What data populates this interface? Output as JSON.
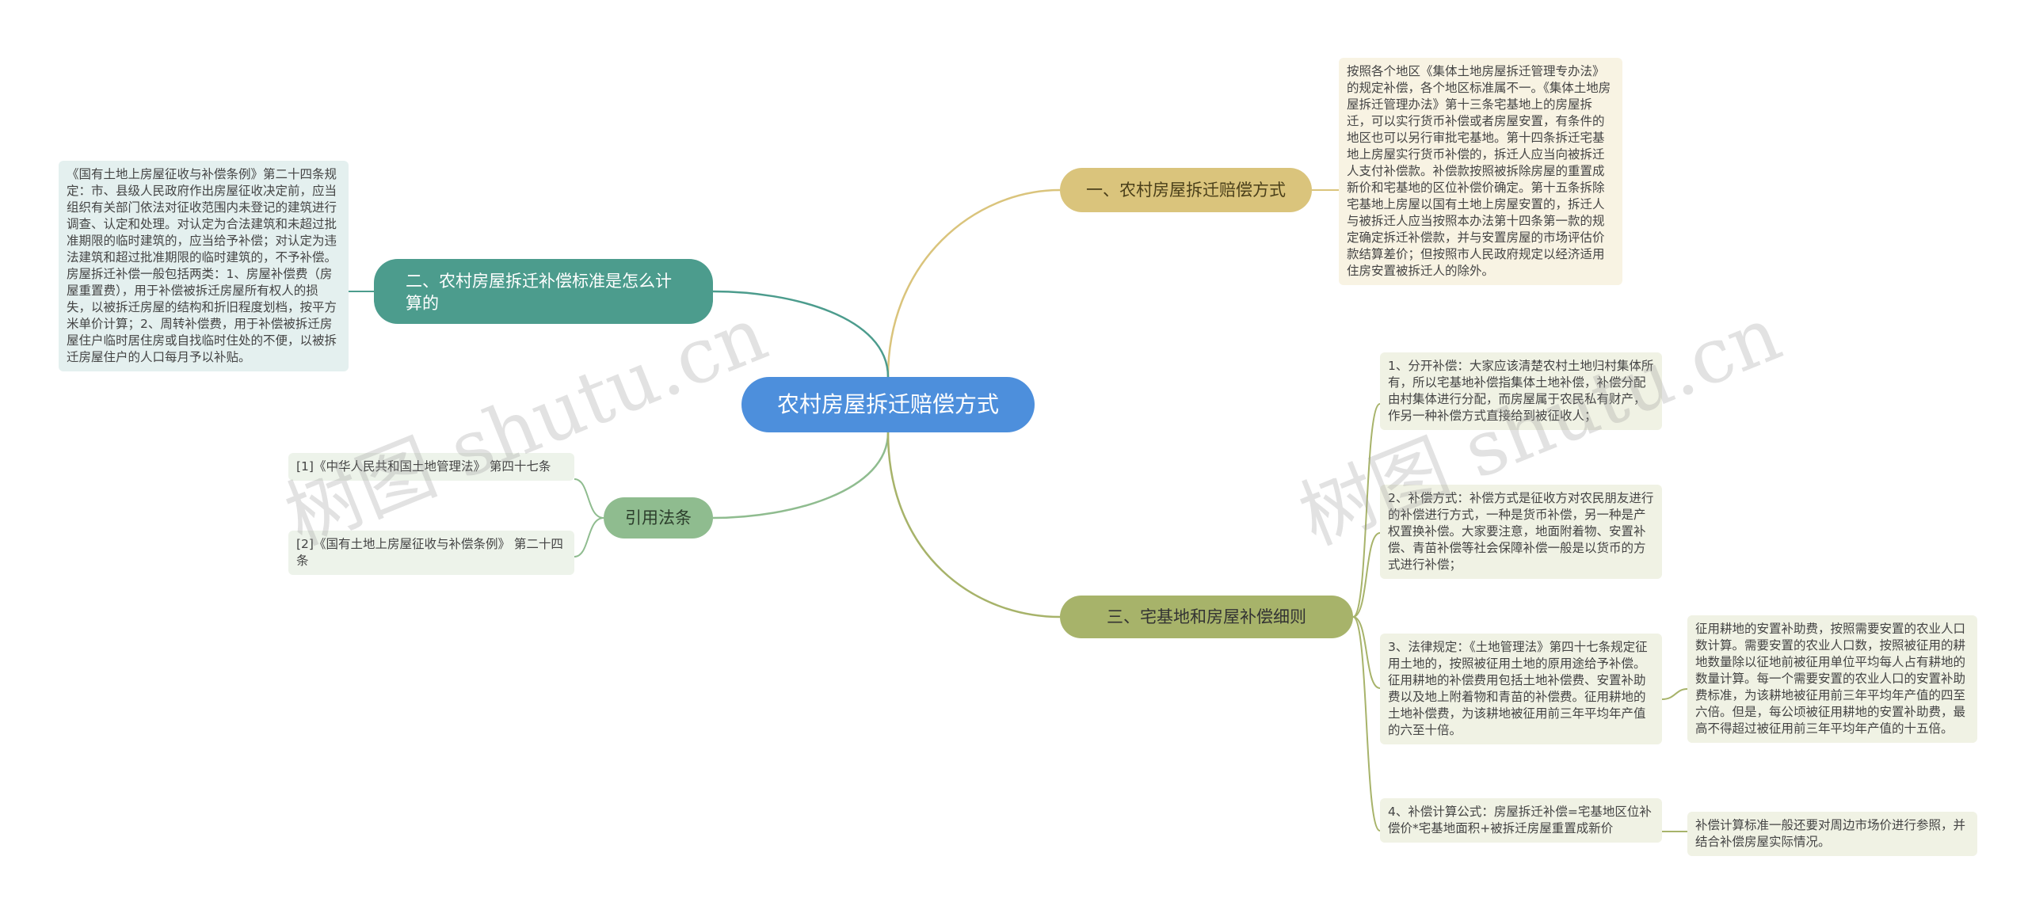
{
  "center": "农村房屋拆迁赔偿方式",
  "branches": {
    "b1": "一、农村房屋拆迁赔偿方式",
    "b2": "二、农村房屋拆迁补偿标准是怎么计算的",
    "b3": "引用法条",
    "b4": "三、宅基地和房屋补偿细则"
  },
  "leaves": {
    "b1_1": "按照各个地区《集体土地房屋拆迁管理专办法》的规定补偿，各个地区标准属不一。《集体土地房屋拆迁管理办法》第十三条宅基地上的房屋拆迁，可以实行货币补偿或者房屋安置，有条件的地区也可以另行审批宅基地。第十四条拆迁宅基地上房屋实行货币补偿的，拆迁人应当向被拆迁人支付补偿款。补偿款按照被拆除房屋的重置成新价和宅基地的区位补偿价确定。第十五条拆除宅基地上房屋以国有土地上房屋安置的，拆迁人与被拆迁人应当按照本办法第十四条第一款的规定确定拆迁补偿款，并与安置房屋的市场评估价款结算差价；但按照市人民政府规定以经济适用住房安置被拆迁人的除外。",
    "b2_1": "《国有土地上房屋征收与补偿条例》第二十四条规定：市、县级人民政府作出房屋征收决定前，应当组织有关部门依法对征收范围内未登记的建筑进行调查、认定和处理。对认定为合法建筑和未超过批准期限的临时建筑的，应当给予补偿；对认定为违法建筑和超过批准期限的临时建筑的，不予补偿。房屋拆迁补偿一般包括两类：1、房屋补偿费（房屋重置费），用于补偿被拆迁房屋所有权人的损失，以被拆迁房屋的结构和折旧程度划档，按平方米单价计算；2、周转补偿费，用于补偿被拆迁房屋住户临时居住房或自找临时住处的不便，以被拆迁房屋住户的人口每月予以补贴。",
    "b3_1": "[1]《中华人民共和国土地管理法》 第四十七条",
    "b3_2": "[2]《国有土地上房屋征收与补偿条例》 第二十四条",
    "b4_1": "1、分开补偿：大家应该清楚农村土地归村集体所有，所以宅基地补偿指集体土地补偿，补偿分配由村集体进行分配，而房屋属于农民私有财产，作另一种补偿方式直接给到被征收人；",
    "b4_2": "2、补偿方式：补偿方式是征收方对农民朋友进行的补偿进行方式，一种是货币补偿，另一种是产权置换补偿。大家要注意，地面附着物、安置补偿、青苗补偿等社会保障补偿一般是以货币的方式进行补偿；",
    "b4_3": "3、法律规定：《土地管理法》第四十七条规定征用土地的，按照被征用土地的原用途给予补偿。征用耕地的补偿费用包括土地补偿费、安置补助费以及地上附着物和青苗的补偿费。征用耕地的土地补偿费，为该耕地被征用前三年平均年产值的六至十倍。",
    "b4_3_1": "征用耕地的安置补助费，按照需要安置的农业人口数计算。需要安置的农业人口数，按照被征用的耕地数量除以征地前被征用单位平均每人占有耕地的数量计算。每一个需要安置的农业人口的安置补助费标准，为该耕地被征用前三年平均年产值的四至六倍。但是，每公顷被征用耕地的安置补助费，最高不得超过被征用前三年平均年产值的十五倍。",
    "b4_4": "4、补偿计算公式：房屋拆迁补偿=宅基地区位补偿价*宅基地面积+被拆迁房屋重置成新价",
    "b4_4_1": "补偿计算标准一般还要对周边市场价进行参照，并结合补偿房屋实际情况。"
  },
  "watermark": [
    "树图 shutu.cn",
    "树图 shutu.cn"
  ],
  "colors": {
    "center": "#4d8fdc",
    "b1": "#dac47c",
    "b2": "#4c9c8d",
    "b3": "#8fbc8f",
    "b4": "#a7b36a"
  }
}
